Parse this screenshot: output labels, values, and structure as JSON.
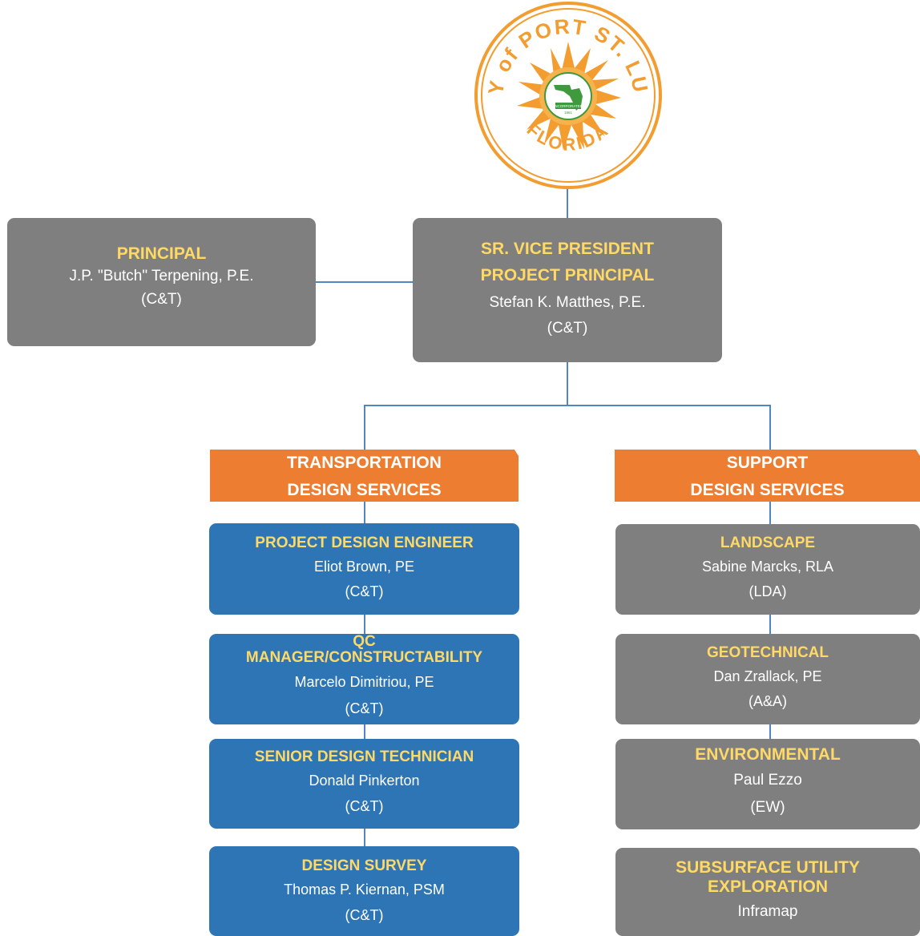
{
  "logo": {
    "text_top": "CITY of PORT ST. LUCIE",
    "text_bottom": "FLORIDA",
    "badge_line1": "INCORPORATED",
    "badge_line2": "1961",
    "colors": {
      "ring": "#f39c2f",
      "green": "#3e9a3c"
    }
  },
  "principal": {
    "title": "PRINCIPAL",
    "name": "J.P. \"Butch\" Terpening, P.E.",
    "company": "(C&T)"
  },
  "svp": {
    "title1": "SR. VICE PRESIDENT",
    "title2": "PROJECT PRINCIPAL",
    "name": "Stefan K. Matthes, P.E.",
    "company": "(C&T)"
  },
  "transportation": {
    "header1": "TRANSPORTATION",
    "header2": "DESIGN SERVICES",
    "boxes": [
      {
        "title": "PROJECT DESIGN ENGINEER",
        "name": "Eliot Brown, PE",
        "company": "(C&T)"
      },
      {
        "title1": "QC",
        "title2": "MANAGER/CONSTRUCTABILITY",
        "name": "Marcelo Dimitriou, PE",
        "company": "(C&T)"
      },
      {
        "title": "SENIOR DESIGN TECHNICIAN",
        "name": "Donald Pinkerton",
        "company": "(C&T)"
      },
      {
        "title": "DESIGN SURVEY",
        "name": "Thomas P. Kiernan, PSM",
        "company": "(C&T)"
      }
    ]
  },
  "support": {
    "header1": "SUPPORT",
    "header2": "DESIGN SERVICES",
    "boxes": [
      {
        "title": "LANDSCAPE",
        "name": "Sabine Marcks, RLA",
        "company": "(LDA)"
      },
      {
        "title": "GEOTECHNICAL",
        "name": "Dan Zrallack, PE",
        "company": "(A&A)"
      },
      {
        "title": "ENVIRONMENTAL",
        "name": "Paul Ezzo",
        "company": "(EW)"
      },
      {
        "title1": "SUBSURFACE UTILITY",
        "title2": "EXPLORATION",
        "name": "Inframap"
      }
    ]
  },
  "colors": {
    "gray_box": "#7f7f7f",
    "blue_box": "#2e75b6",
    "orange_header": "#ed7d31",
    "title_yellow": "#ffd966",
    "connector": "#4f87c2"
  }
}
